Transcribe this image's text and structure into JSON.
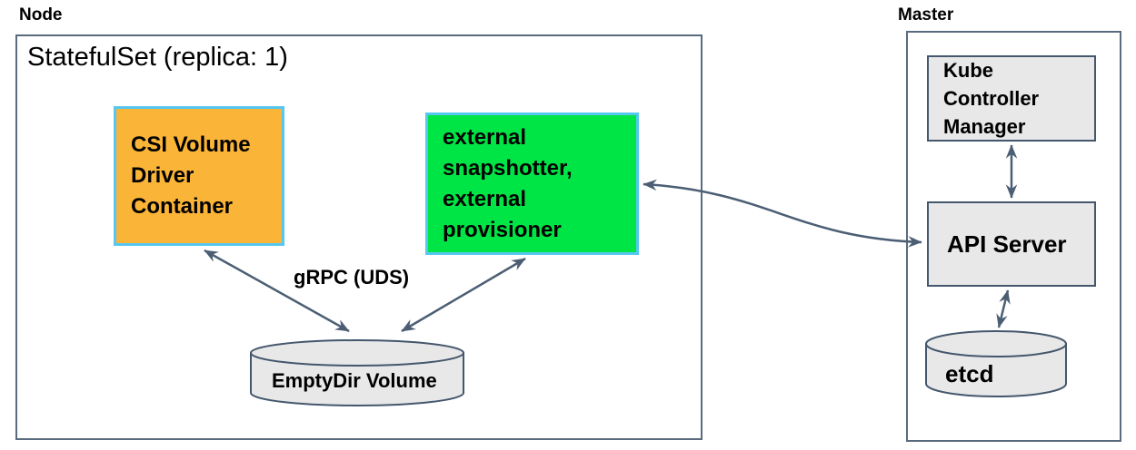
{
  "node": {
    "label": "Node",
    "statefulset_title": "StatefulSet (replica: 1)",
    "csi_container": "CSI Volume\nDriver\nContainer",
    "sidecars": "external\nsnapshotter,\nexternal\nprovisioner",
    "grpc_label": "gRPC (UDS)",
    "emptydir": "EmptyDir Volume"
  },
  "master": {
    "label": "Master",
    "kube_controller_manager": "Kube\nController\nManager",
    "api_server": "API Server",
    "etcd": "etcd"
  },
  "colors": {
    "csi_fill": "#FAB437",
    "sidecar_fill": "#00E546",
    "container_border": "#56C7F0",
    "gray_fill": "#E8E8E8",
    "gray_border": "#44576C",
    "outer_border": "#5A6B7E",
    "arrow": "#4B5E73"
  }
}
